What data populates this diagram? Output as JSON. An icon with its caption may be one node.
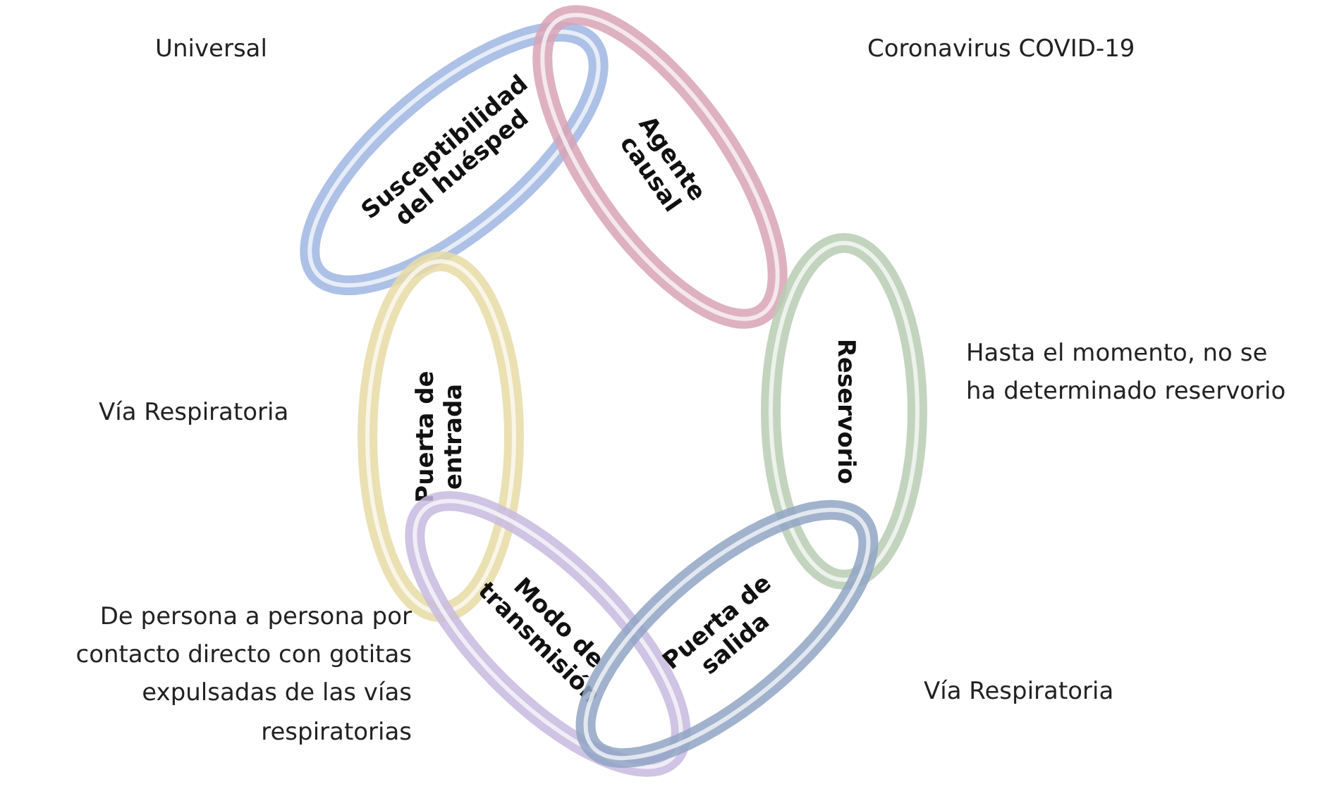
{
  "diagram": {
    "nodes": [
      {
        "text": [
          "Susceptibilidad del huésped"
        ],
        "beside": [
          "Universal"
        ]
      },
      {
        "text": [
          "Agente causal"
        ],
        "beside": [
          "Coronavirus COVID-19"
        ]
      },
      {
        "text": [
          "Puerta de entrada"
        ],
        "beside": [
          "Vía Respiratoria"
        ]
      },
      {
        "text": [
          "Reservorio"
        ],
        "beside": [
          "Hasta el momento, no se ha determinado reservorio"
        ]
      },
      {
        "text": [
          "Modo de transmisión"
        ],
        "beside": [
          "De persona a persona por contacto directo con gotitas expulsadas de las vías respiratorias"
        ]
      },
      {
        "text": [
          "Puerta de salida"
        ],
        "beside": [
          "Vía Respiratoria"
        ]
      }
    ]
  }
}
